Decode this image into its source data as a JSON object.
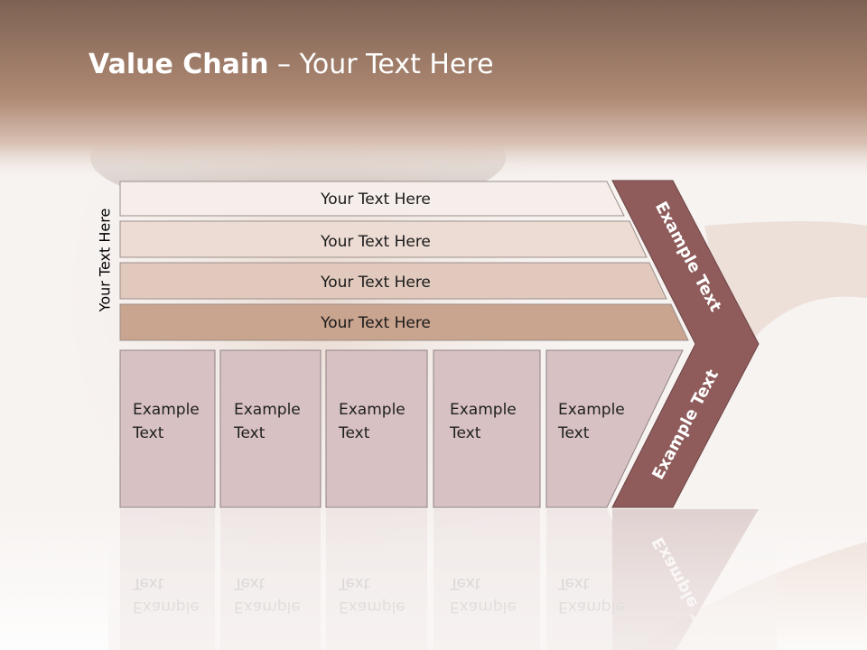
{
  "slide": {
    "title_bold": "Value Chain",
    "title_rest": " – Your Text Here",
    "side_label": "Your Text Here",
    "colors": {
      "header_band": "#a9826c",
      "row_fills": [
        "#f6eeeb",
        "#ecdcd4",
        "#e1cabd",
        "#c9a48f"
      ],
      "box_fill": "#d7c1c2",
      "arrow_fill": "#8f5b5b"
    }
  },
  "rows": [
    {
      "label": "Your Text Here"
    },
    {
      "label": "Your Text Here"
    },
    {
      "label": "Your Text Here"
    },
    {
      "label": "Your Text Here"
    }
  ],
  "boxes": [
    {
      "line1": "Example",
      "line2": "Text"
    },
    {
      "line1": "Example",
      "line2": "Text"
    },
    {
      "line1": "Example",
      "line2": "Text"
    },
    {
      "line1": "Example",
      "line2": "Text"
    },
    {
      "line1": "Example",
      "line2": "Text"
    }
  ],
  "arrow": {
    "upper_label": "Example Text",
    "lower_label": "Example Text"
  }
}
